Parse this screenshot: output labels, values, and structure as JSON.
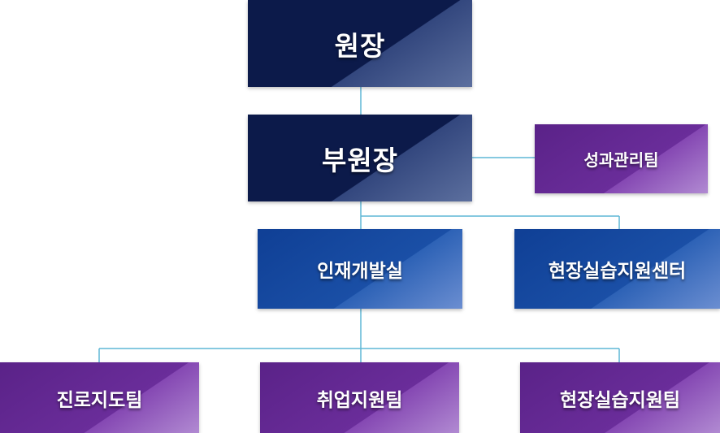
{
  "org": {
    "director": "원장",
    "vice_director": "부원장",
    "performance_team": "성과관리팀",
    "talent_office": "인재개발실",
    "field_training_center": "현장실습지원센터",
    "career_team": "진로지도팀",
    "employment_team": "취업지원팀",
    "field_training_team": "현장실습지원팀"
  },
  "colors": {
    "navy": "#0c1a4a",
    "blue": "#1a4fa6",
    "purple": "#6a2d9a",
    "connector": "#5fb7d6"
  }
}
